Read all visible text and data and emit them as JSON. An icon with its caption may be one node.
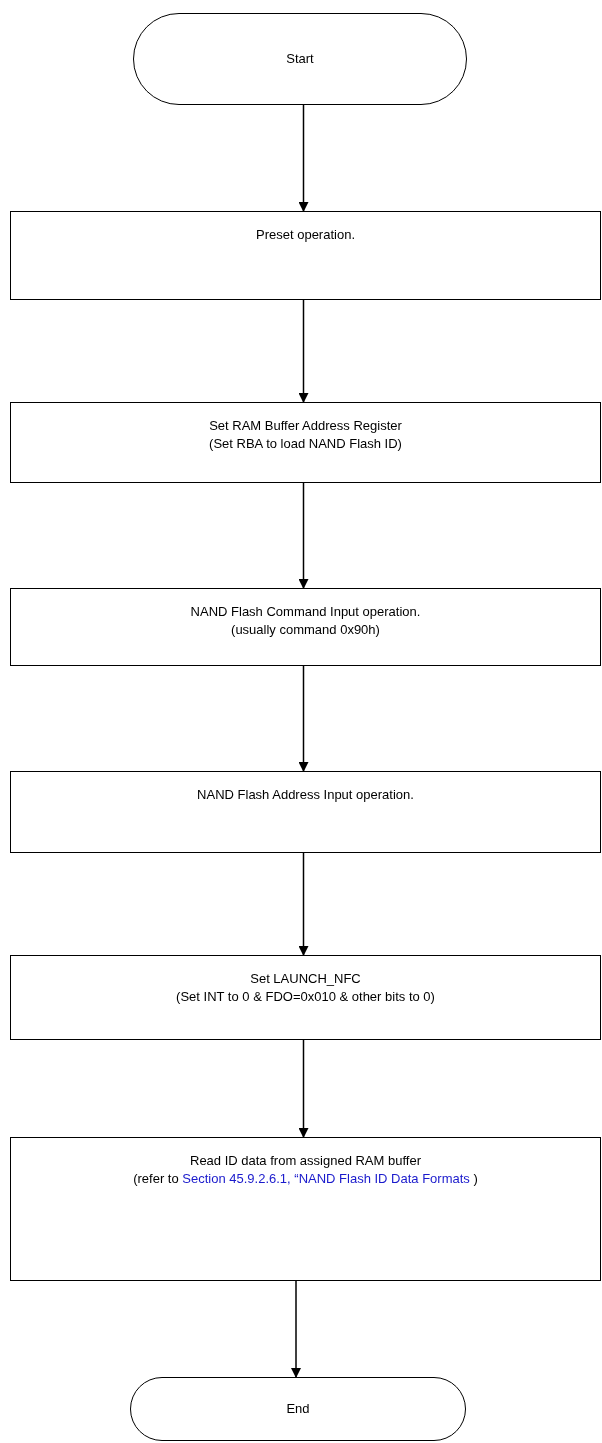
{
  "diagram": {
    "nodes": [
      {
        "text": [
          "Start"
        ]
      },
      {
        "text": [
          "Preset operation."
        ]
      },
      {
        "text": [
          "Set RAM Buffer Address Register",
          "(Set RBA to load NAND Flash ID)"
        ]
      },
      {
        "text": [
          "NAND Flash Command Input operation.",
          "(usually command 0x90h)"
        ]
      },
      {
        "text": [
          "NAND Flash Address Input operation."
        ]
      },
      {
        "text": [
          "Set LAUNCH_NFC",
          "(Set INT to 0 & FDO=0x010 & other bits to 0)"
        ]
      },
      {
        "text": [
          "Read ID data from assigned RAM buffer",
          "(refer to",
          "Section 45.9.2.6.1, “NAND Flash ID Data Formats",
          ")"
        ]
      },
      {
        "text": [
          "End"
        ]
      }
    ],
    "edges": [
      {
        "from": 0,
        "to": 1,
        "arrow": "to"
      },
      {
        "from": 1,
        "to": 2,
        "arrow": "to"
      },
      {
        "from": 2,
        "to": 3,
        "arrow": "to"
      },
      {
        "from": 3,
        "to": 4,
        "arrow": "to"
      },
      {
        "from": 4,
        "to": 5,
        "arrow": "to"
      },
      {
        "from": 5,
        "to": 6,
        "arrow": "to"
      },
      {
        "from": 6,
        "to": 7,
        "arrow": "to"
      }
    ]
  }
}
